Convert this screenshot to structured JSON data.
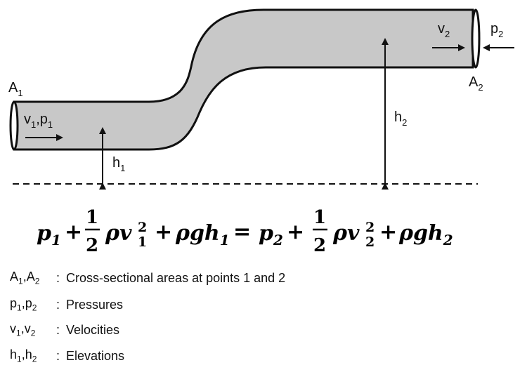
{
  "diagram": {
    "labels": {
      "A1": {
        "base": "A",
        "sub": "1"
      },
      "A2": {
        "base": "A",
        "sub": "2"
      },
      "v1p1": {
        "b1": "v",
        "s1": "1",
        "sep": ",",
        "b2": "p",
        "s2": "1"
      },
      "v2": {
        "base": "v",
        "sub": "2"
      },
      "p2": {
        "base": "p",
        "sub": "2"
      },
      "h1": {
        "base": "h",
        "sub": "1"
      },
      "h2": {
        "base": "h",
        "sub": "2"
      }
    },
    "equation": {
      "lhs_p": "p",
      "lhs_p_sub": "1",
      "plus1": "+",
      "half_num": "1",
      "half_den": "2",
      "rho_v": "ρv",
      "v_sup": "2",
      "v_sub": "1",
      "plus2": "+",
      "rho_g_h": "ρgh",
      "h_sub": "1",
      "equals": "=",
      "rhs_p": "p",
      "rhs_p_sub": "2",
      "plus3": "+",
      "half_num2": "1",
      "half_den2": "2",
      "rho_v2": "ρv",
      "v2_sup": "2",
      "v2_sub": "2",
      "plus4": "+",
      "rho_g_h2": "ρgh",
      "h2_sub": "2"
    }
  },
  "legend": [
    {
      "sym1": "A",
      "s1": "1",
      "sep": ",",
      "sym2": "A",
      "s2": "2",
      "colon": ":",
      "desc": "Cross-sectional areas at points 1 and 2"
    },
    {
      "sym1": "p",
      "s1": "1",
      "sep": ",",
      "sym2": "p",
      "s2": "2",
      "colon": ":",
      "desc": "Pressures"
    },
    {
      "sym1": "v",
      "s1": "1",
      "sep": ",",
      "sym2": "v",
      "s2": "2",
      "colon": ":",
      "desc": "Velocities"
    },
    {
      "sym1": "h",
      "s1": "1",
      "sep": ",",
      "sym2": "h",
      "s2": "2",
      "colon": ":",
      "desc": "Elevations"
    }
  ],
  "colors": {
    "pipe_fill": "#c8c8c8",
    "stroke": "#111111"
  }
}
